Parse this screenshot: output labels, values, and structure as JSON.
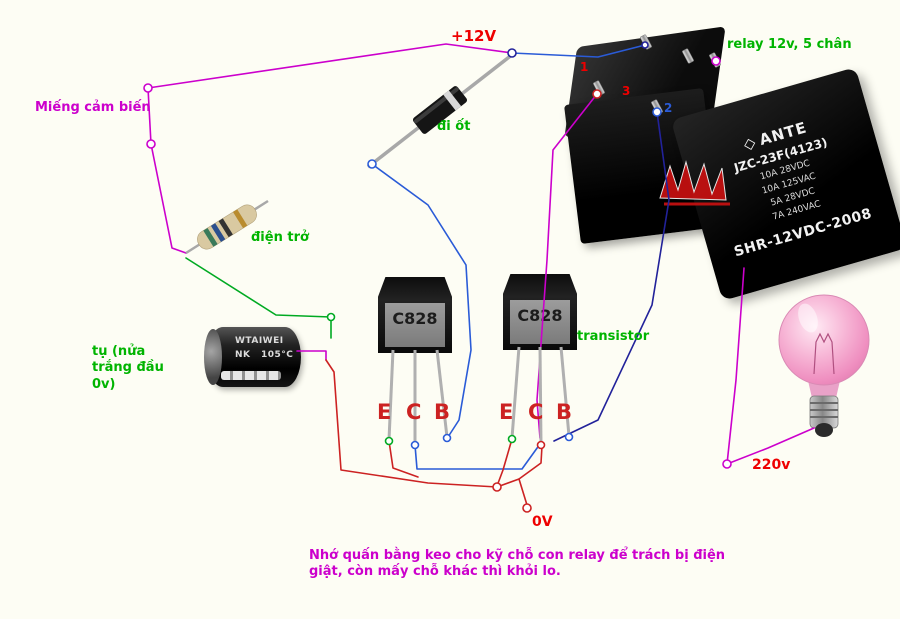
{
  "colors": {
    "background": "#fdfdf4",
    "wire_magenta": "#cc00cc",
    "wire_blue": "#2a5bd7",
    "wire_navy": "#22229a",
    "wire_green": "#00aa22",
    "wire_red": "#cc2222",
    "label_green": "#00b400",
    "label_red": "#ee0000",
    "label_magenta": "#cc00cc"
  },
  "labels": {
    "supply": "+12V",
    "sensor": "Miếng cảm biến",
    "diode": "đi ốt",
    "resistor": "điện trở",
    "relay": "relay 12v, 5 chân",
    "capacitor": "tụ (nửa trắng đầu 0v)",
    "transistor": "transistor",
    "v220": "220v",
    "v0": "0V",
    "note": "Nhớ quấn bằng keo cho kỹ chỗ con relay để trách bị điện giật, còn mấy chỗ khác thì khỏi lo."
  },
  "pins": {
    "p1": "1",
    "p2": "2",
    "p3": "3"
  },
  "transistors": {
    "marking": "C828",
    "legs": [
      "E",
      "C",
      "B"
    ]
  },
  "relay_label": {
    "logo": "◇",
    "brand": "ANTE",
    "model": "JZC-23F(4123)",
    "rating1": "10A 28VDC",
    "rating2": "10A 125VAC",
    "rating3": "5A 28VDC",
    "rating4": "7A 240VAC",
    "part": "SHR-12VDC-2008"
  },
  "capacitor_text": {
    "brand": "WTAIWEI",
    "series": "NK",
    "temp": "105°C"
  }
}
